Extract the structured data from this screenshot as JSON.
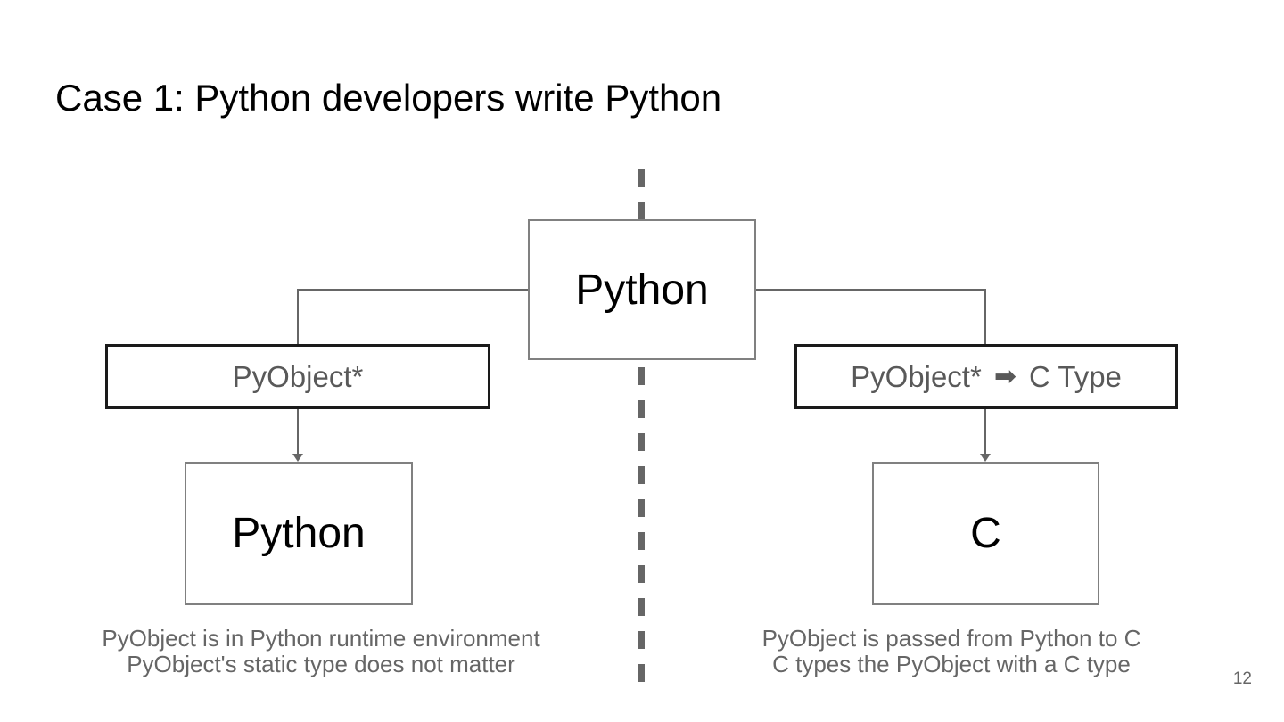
{
  "slide": {
    "title": "Case 1: Python developers write Python",
    "page_number": "12"
  },
  "diagram": {
    "top_node": {
      "label": "Python"
    },
    "left_branch": {
      "pointer_box": {
        "label": "PyObject*"
      },
      "runtime_box": {
        "label": "Python"
      },
      "caption": {
        "line1": "PyObject is in Python runtime environment",
        "line2": "PyObject's static type does not matter"
      }
    },
    "right_branch": {
      "pointer_box": {
        "label_left": "PyObject*",
        "arrow_icon": "➡",
        "label_right": "C Type"
      },
      "runtime_box": {
        "label": "C"
      },
      "caption": {
        "line1": "PyObject is passed from Python to C",
        "line2": "C types the PyObject with a C type"
      }
    }
  },
  "theme": {
    "background": "#ffffff",
    "text-black": "#000000",
    "text-gray": "#595959",
    "caption-gray": "#666666",
    "line-gray": "#666666",
    "border-gray": "#808080",
    "border-dark": "#1a1a1a"
  }
}
